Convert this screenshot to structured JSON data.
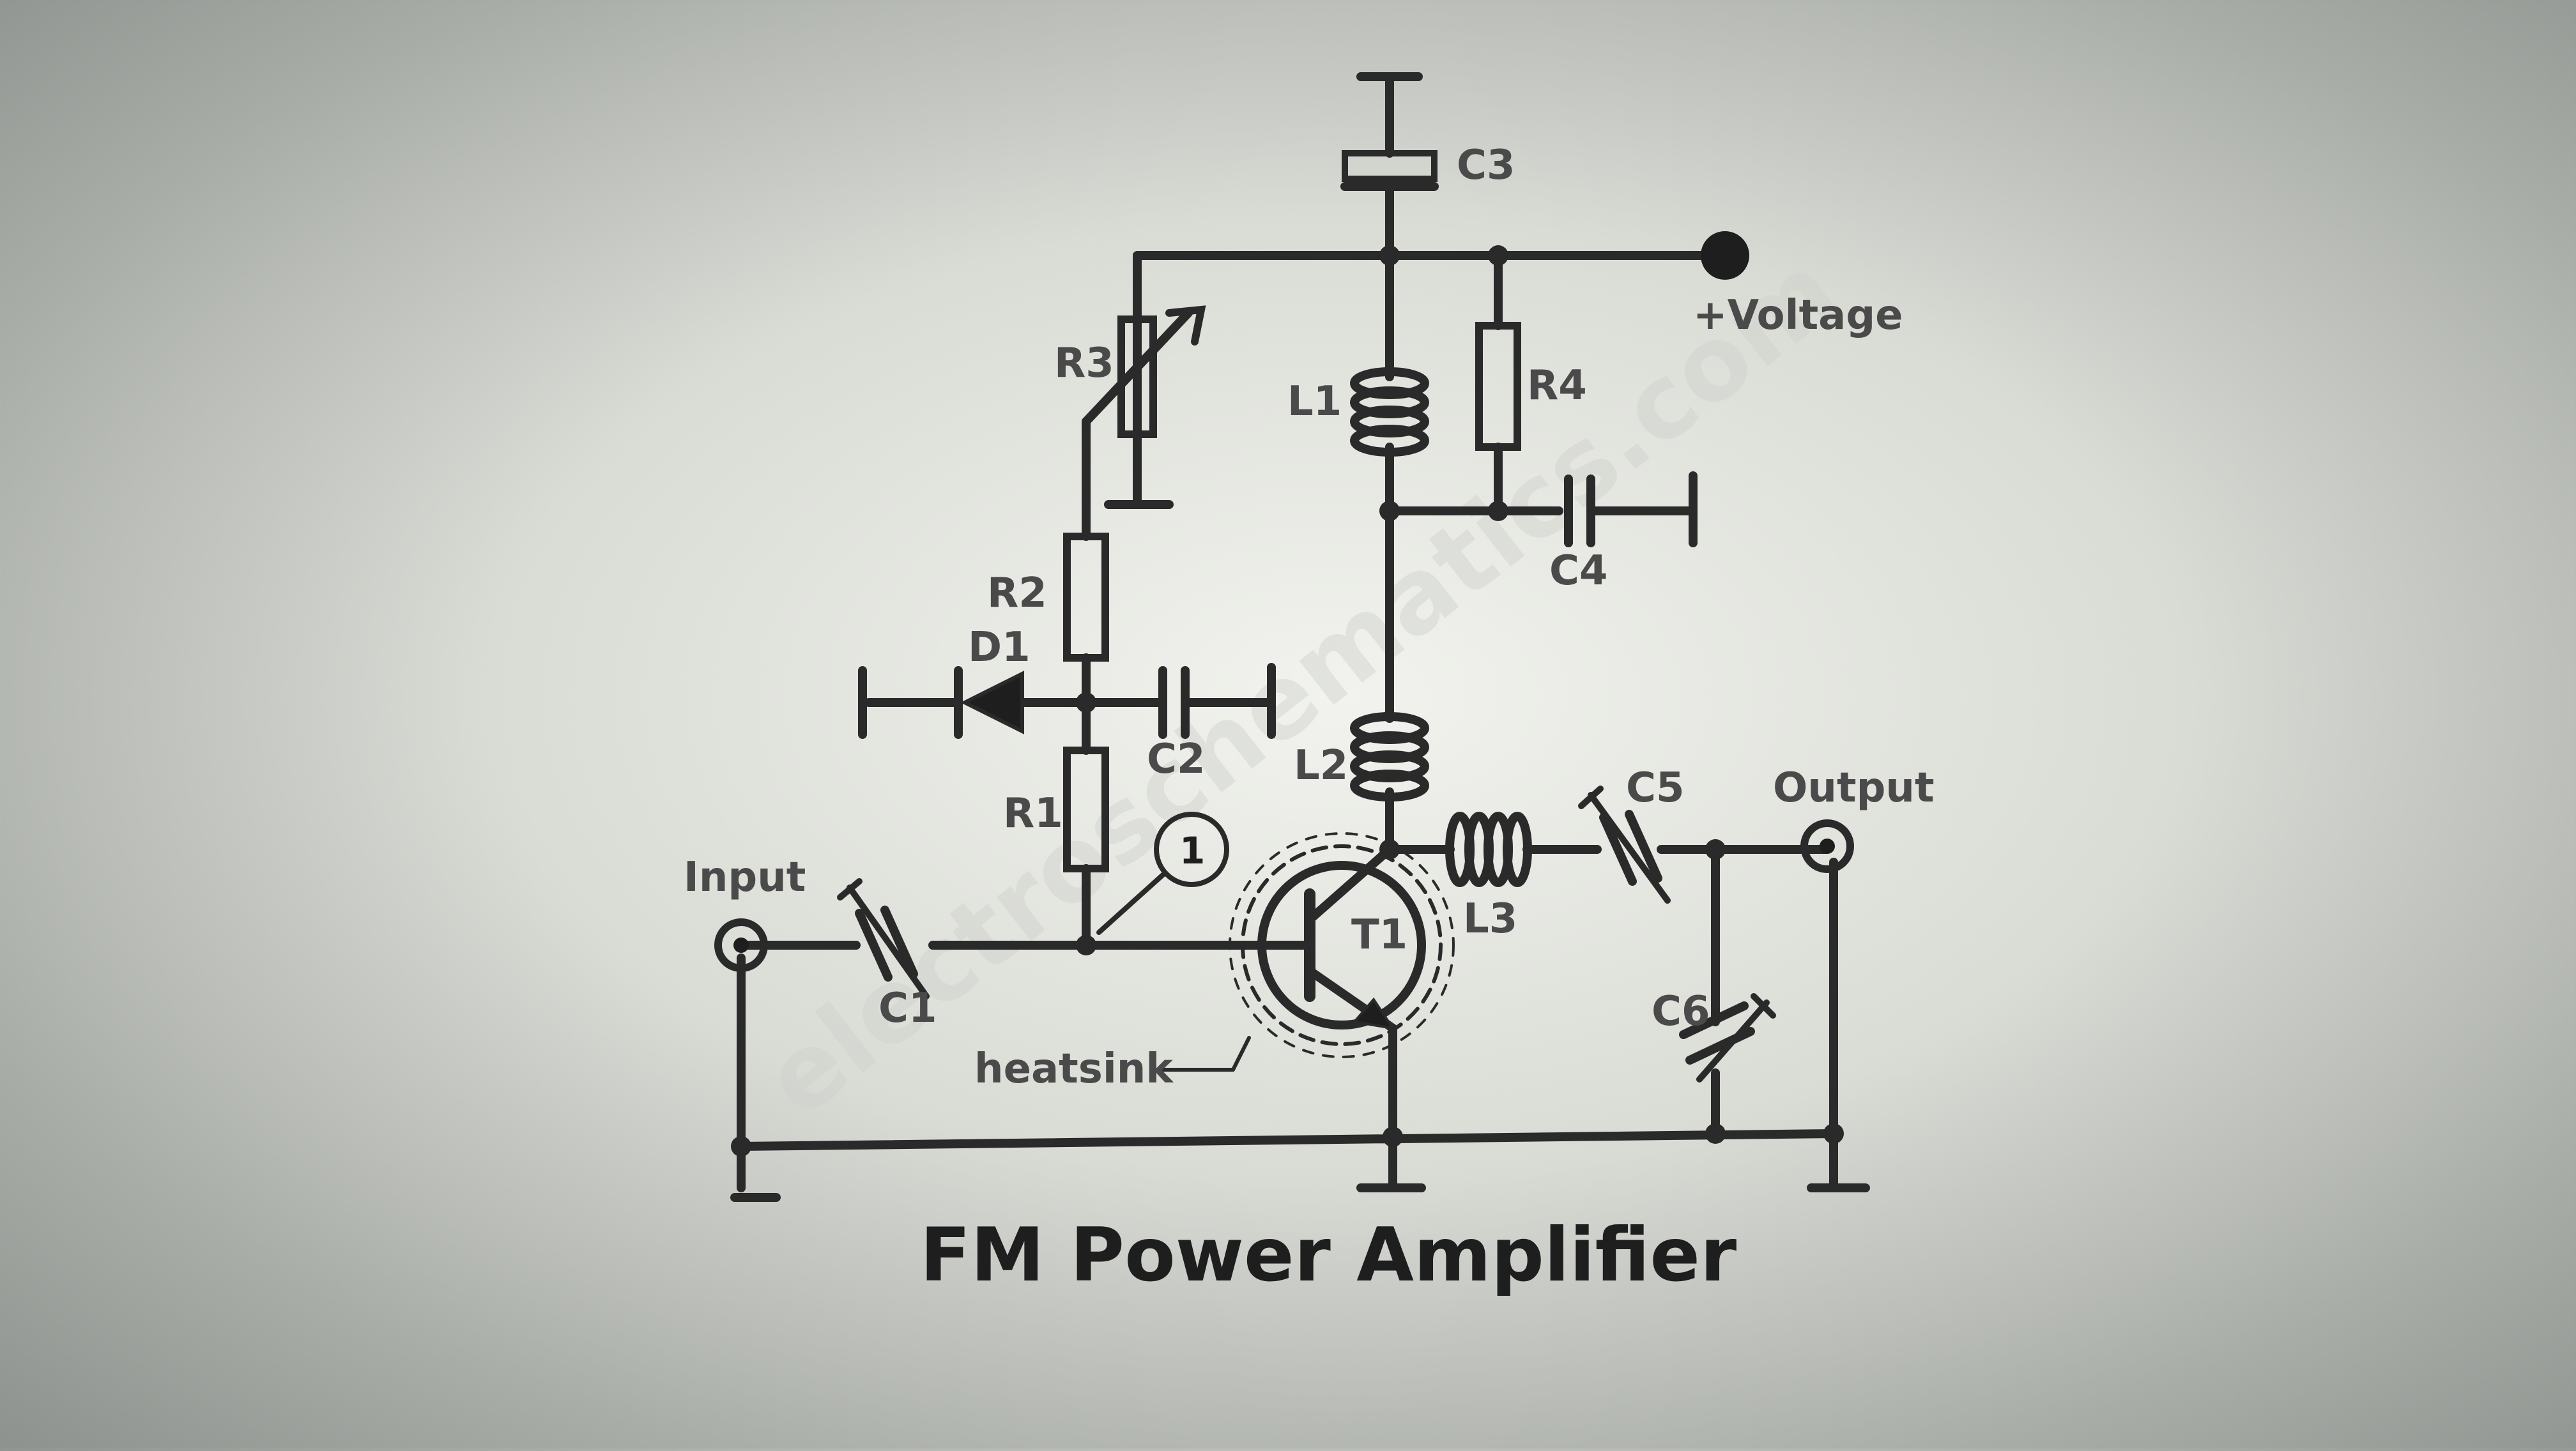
{
  "title": "FM Power Amplifier",
  "watermark": "electroschematics.com",
  "labels": {
    "input": "Input",
    "output": "Output",
    "voltage": "+Voltage",
    "heatsink": "heatsink",
    "marker": "1"
  },
  "components": {
    "C1": "C1",
    "C2": "C2",
    "C3": "C3",
    "C4": "C4",
    "C5": "C5",
    "C6": "C6",
    "R1": "R1",
    "R2": "R2",
    "R3": "R3",
    "R4": "R4",
    "L1": "L1",
    "L2": "L2",
    "L3": "L3",
    "D1": "D1",
    "T1": "T1"
  },
  "colors": {
    "wire": "#2a2a2a",
    "label": "#4a4a4a",
    "title": "#1e1e1e"
  }
}
